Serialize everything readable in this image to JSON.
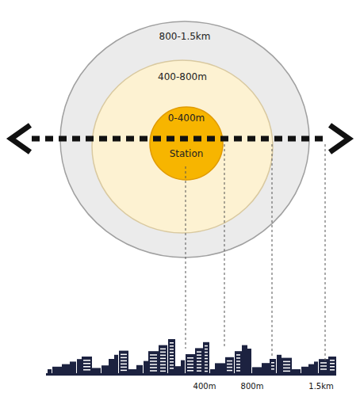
{
  "diagram": {
    "nodes": [
      {
        "text": [
          "800-1.5km"
        ]
      },
      {
        "text": [
          "400-800m"
        ],
        "in": 0
      },
      {
        "text": [
          "0-400m",
          "Station"
        ],
        "in": 1
      }
    ],
    "labels": [
      "400m",
      "800m",
      "1.5km"
    ]
  }
}
